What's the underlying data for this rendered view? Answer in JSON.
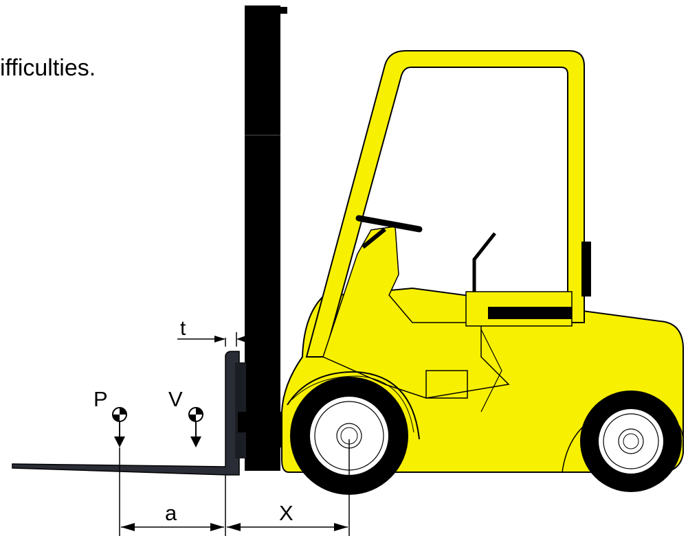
{
  "caption_text": "ifficulties.",
  "dimension_labels": {
    "t": "t",
    "P": "P",
    "V": "V",
    "a": "a",
    "X": "X"
  },
  "colors": {
    "truck_body": "#f7f000",
    "mast": "#000000",
    "fork": "#2a2d36",
    "tire": "#000000",
    "rim": "#ffffff",
    "outline": "#000000"
  },
  "icons": {
    "center_of_gravity": "cog-symbol-icon",
    "arrow": "down-arrow-icon"
  }
}
